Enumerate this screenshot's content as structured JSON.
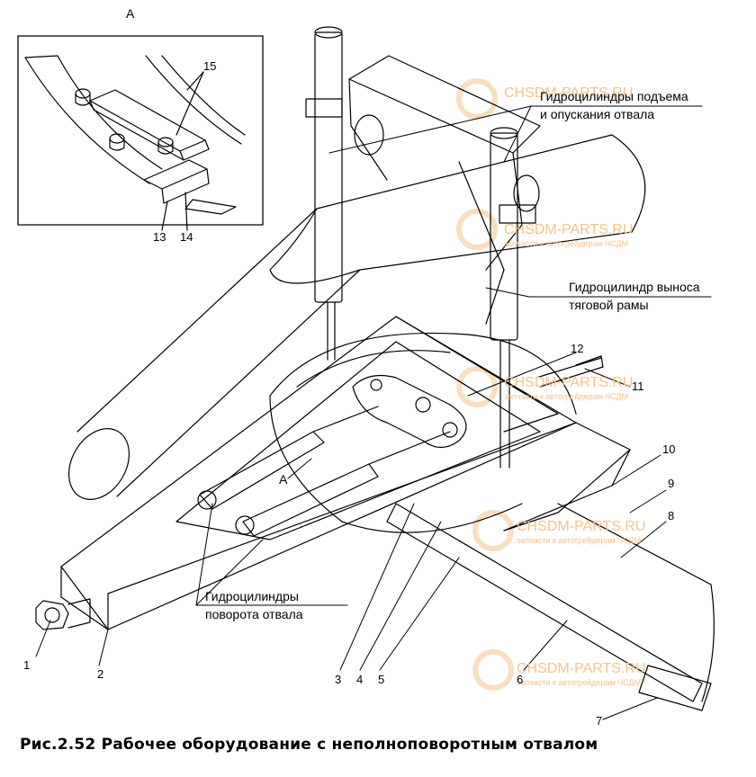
{
  "view_label": "A",
  "inset_view_label": "A",
  "callouts": {
    "n1": "1",
    "n2": "2",
    "n3": "3",
    "n4": "4",
    "n5": "5",
    "n6": "6",
    "n7": "7",
    "n8": "8",
    "n9": "9",
    "n10": "10",
    "n11": "11",
    "n12": "12",
    "n13": "13",
    "n14": "14",
    "n15": "15"
  },
  "labels": {
    "lift_cyl_line1": "Гидроцилиндры подъема",
    "lift_cyl_line2": "и опускания отвала",
    "sideshift_line1": "Гидроцилиндр выноса",
    "sideshift_line2": "тяговой рамы",
    "rotate_line1": "Гидроцилиндры",
    "rotate_line2": "поворота отвала"
  },
  "watermark": {
    "brand": "CHSDM-PARTS.RU",
    "tagline": "запчасти к автогрейдерам ЧСДМ",
    "color": "#f3c48a"
  },
  "caption": "Рис.2.52 Рабочее оборудование с неполноповоротным отвалом"
}
